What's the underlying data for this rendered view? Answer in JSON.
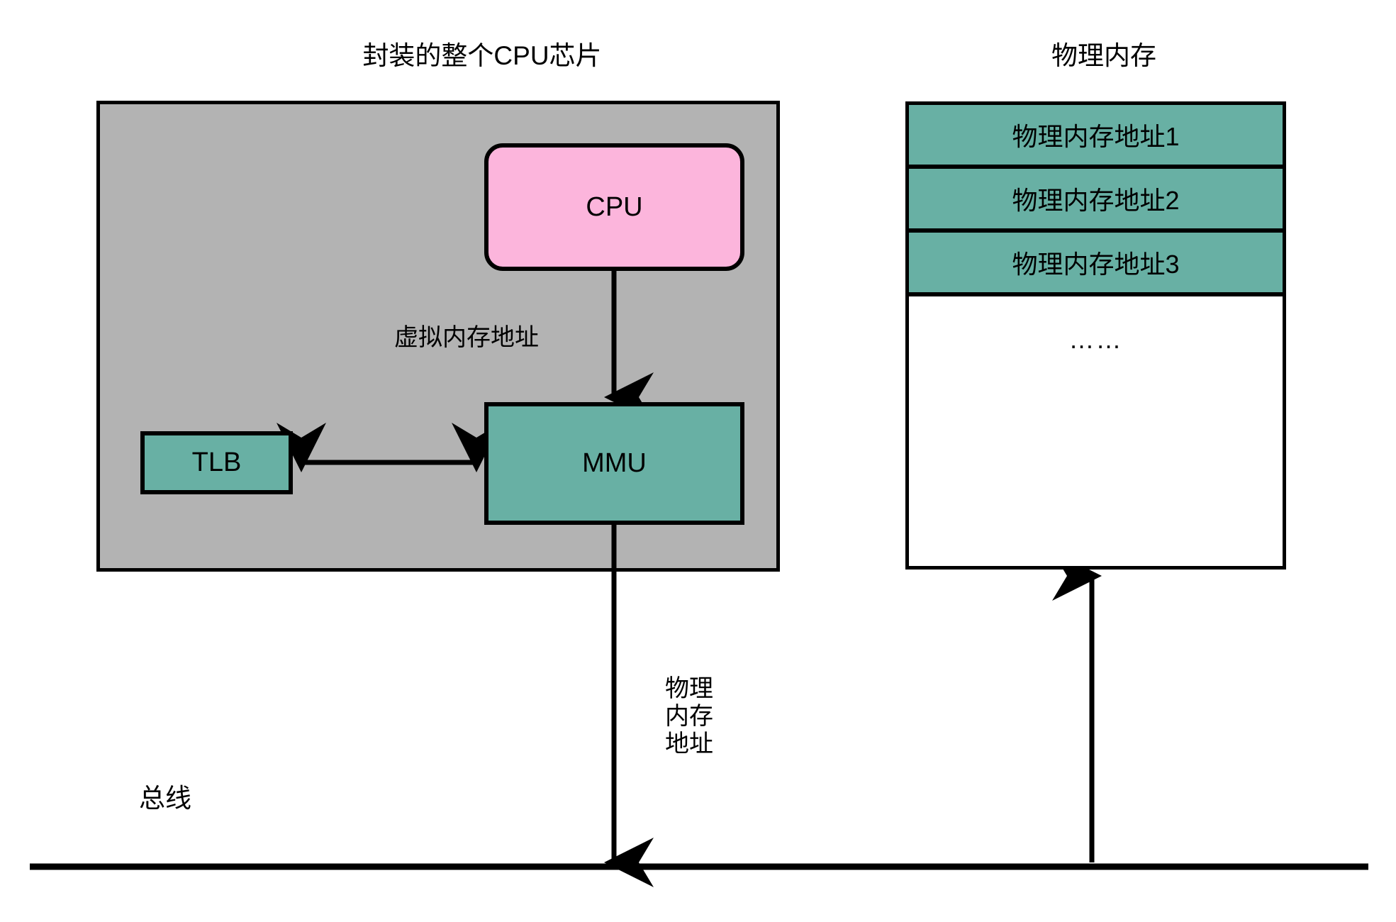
{
  "diagram": {
    "chip": {
      "title": "封装的整个CPU芯片",
      "background_color": "#b3b3b3",
      "blocks": {
        "cpu": {
          "label": "CPU",
          "color": "#fcb5dc"
        },
        "mmu": {
          "label": "MMU",
          "color": "#68b0a4"
        },
        "tlb": {
          "label": "TLB",
          "color": "#68b0a4"
        }
      }
    },
    "memory": {
      "title": "物理内存",
      "row_color": "#68b0a4",
      "rows": [
        {
          "label": "物理内存地址1"
        },
        {
          "label": "物理内存地址2"
        },
        {
          "label": "物理内存地址3"
        }
      ],
      "ellipsis": "……"
    },
    "edges": [
      {
        "name": "cpu-to-mmu",
        "label": "虚拟内存地址",
        "direction": "down",
        "arrowheads": 1
      },
      {
        "name": "tlb-mmu",
        "label": "",
        "direction": "both",
        "arrowheads": 2
      },
      {
        "name": "mmu-to-bus",
        "label": "物理\n内存\n地址",
        "direction": "down",
        "arrowheads": 1
      },
      {
        "name": "bus-to-memory",
        "label": "",
        "direction": "up",
        "arrowheads": 1
      }
    ],
    "bus": {
      "label": "总线",
      "color": "#000000"
    }
  }
}
